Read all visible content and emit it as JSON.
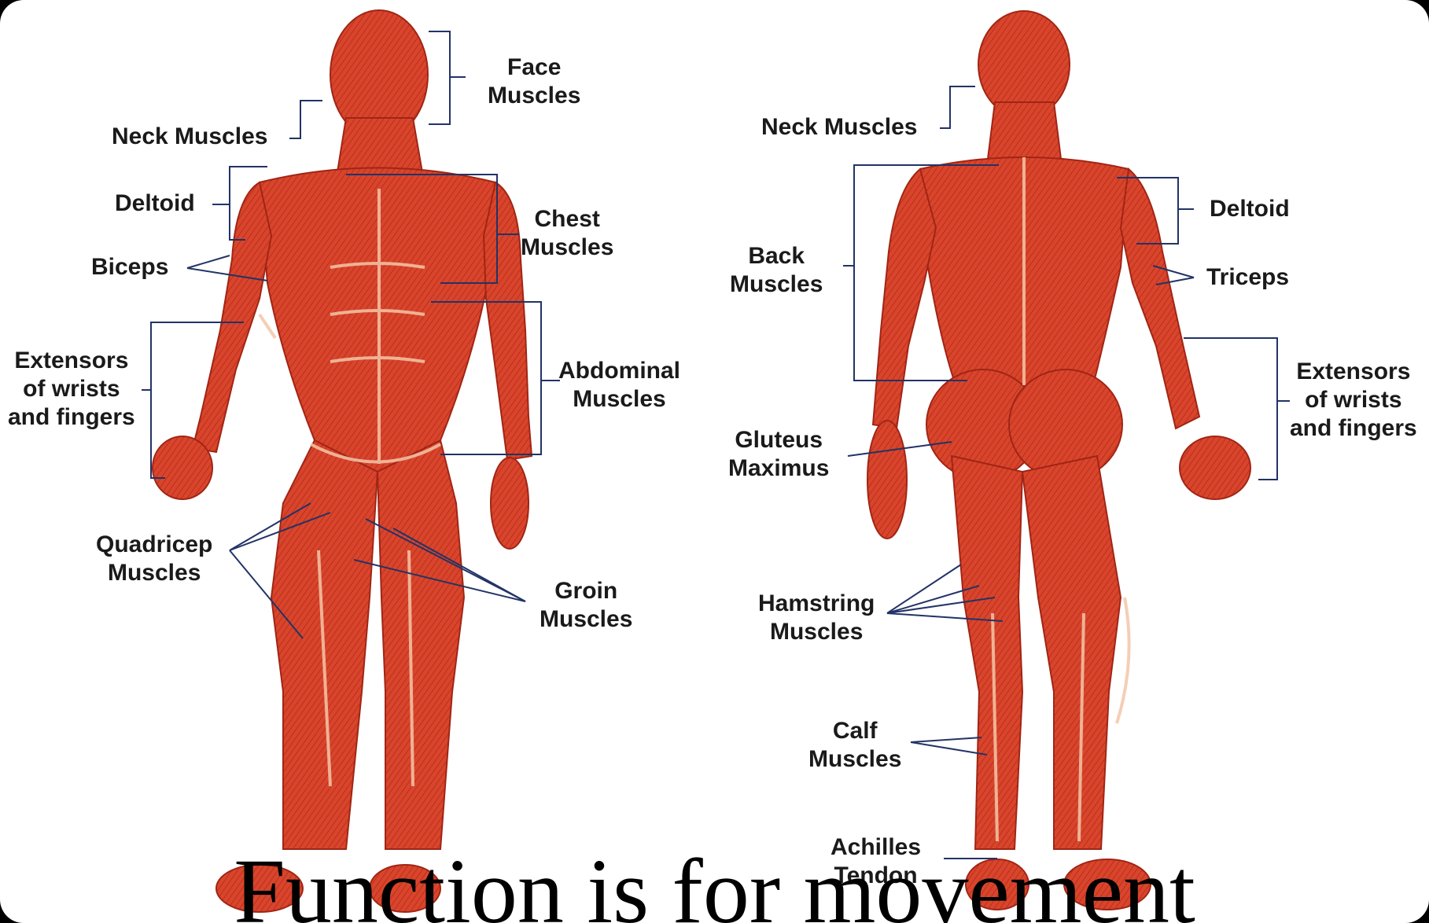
{
  "caption": "Function is for movement",
  "colors": {
    "muscle": "#d9452c",
    "muscle_dark": "#b22a17",
    "tendon": "#f2c7a8",
    "leader_line": "#223366",
    "tick": "#7ab83a"
  },
  "front_view": {
    "labels": {
      "face_1": "Face",
      "face_2": "Muscles",
      "neck": "Neck Muscles",
      "deltoid": "Deltoid",
      "biceps": "Biceps",
      "chest_1": "Chest",
      "chest_2": "Muscles",
      "abdominal_1": "Abdominal",
      "abdominal_2": "Muscles",
      "extensors_1": "Extensors",
      "extensors_2": "of wrists",
      "extensors_3": "and fingers",
      "quadricep_1": "Quadricep",
      "quadricep_2": "Muscles",
      "groin_1": "Groin",
      "groin_2": "Muscles"
    }
  },
  "back_view": {
    "labels": {
      "neck": "Neck Muscles",
      "deltoid": "Deltoid",
      "back_1": "Back",
      "back_2": "Muscles",
      "triceps": "Triceps",
      "extensors_1": "Extensors",
      "extensors_2": "of wrists",
      "extensors_3": "and fingers",
      "gluteus_1": "Gluteus",
      "gluteus_2": "Maximus",
      "hamstring_1": "Hamstring",
      "hamstring_2": "Muscles",
      "calf_1": "Calf",
      "calf_2": "Muscles",
      "achilles_1": "Achilles",
      "achilles_2": "Tendon"
    }
  }
}
